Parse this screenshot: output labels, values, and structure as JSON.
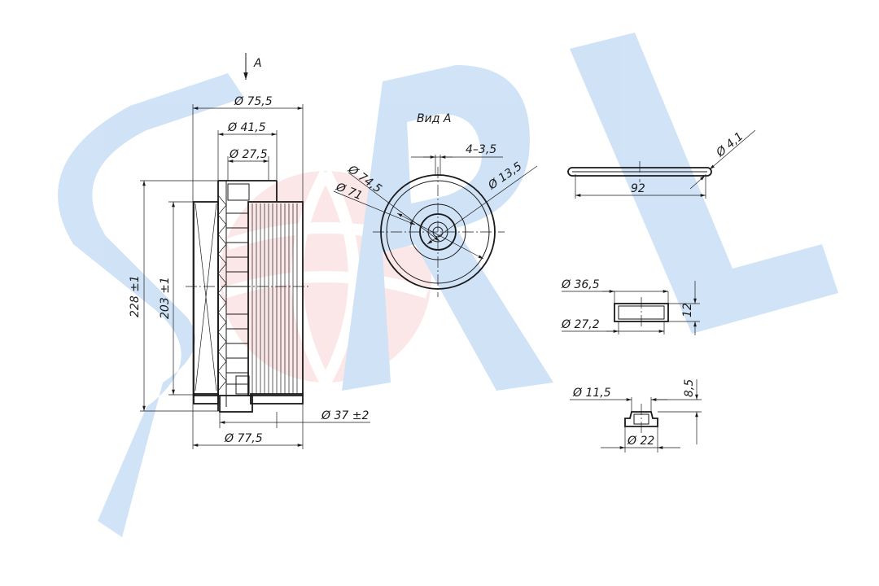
{
  "watermark": {
    "brand_blue": "#2a7fd9",
    "brand_red": "#e23a3a",
    "logo_letters": "SRL"
  },
  "views": {
    "arrow_label": "A",
    "view_title": "Вид А"
  },
  "dimensions": {
    "d_outer_top": "Ø 75,5",
    "d_inner_top": "Ø 41,5",
    "d_hole_top": "Ø 27,5",
    "height_total": "228 ±1",
    "height_element": "203 ±1",
    "d_bottom_outer": "Ø 77,5",
    "d_bottom_hole": "Ø 37 ±2",
    "view_d1": "Ø 74,5",
    "view_d2": "Ø 71",
    "view_d3": "Ø 13,5",
    "view_slot": "4–3,5",
    "oring_section": "Ø 4,1",
    "oring_length": "92",
    "bush_outer": "Ø 36,5",
    "bush_inner": "Ø 27,2",
    "bush_height": "12",
    "cap_d1": "Ø 11,5",
    "cap_d2": "Ø 22",
    "cap_height": "8,5"
  }
}
